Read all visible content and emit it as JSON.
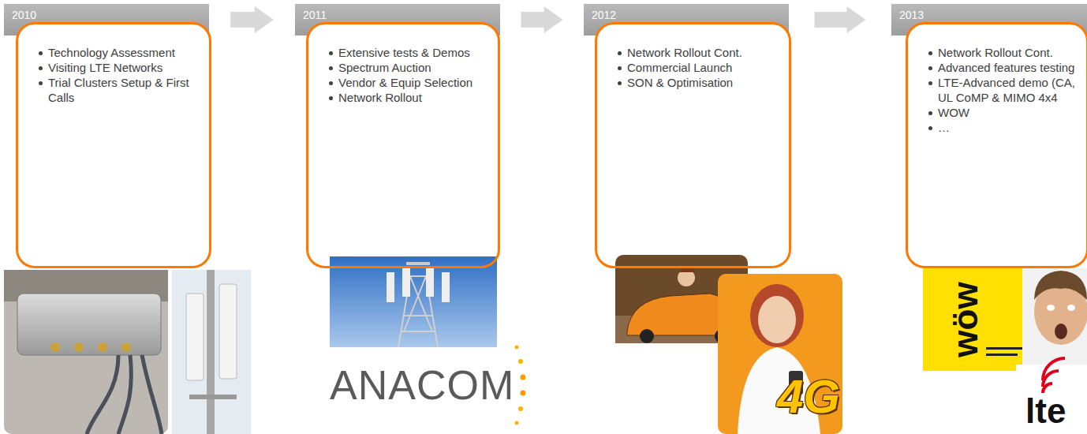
{
  "diagram": {
    "nodes": [
      {
        "text": [
          "2010"
        ]
      },
      {
        "text": [
          "Technology Assessment",
          "Visiting LTE Networks",
          "Trial Clusters Setup & First Calls"
        ]
      },
      {
        "text": [
          "2011"
        ]
      },
      {
        "text": [
          "Extensive tests & Demos",
          "Spectrum Auction",
          "Vendor & Equip Selection",
          "Network Rollout"
        ]
      },
      {
        "text": [
          "2012"
        ]
      },
      {
        "text": [
          "Network Rollout Cont.",
          "Commercial Launch",
          "SON & Optimisation"
        ]
      },
      {
        "text": [
          "2013"
        ]
      },
      {
        "text": [
          "Network Rollout Cont.",
          "Advanced features testing",
          "LTE-Advanced demo (CA, UL CoMP & MIMO 4x4",
          "WOW",
          "…"
        ]
      }
    ],
    "edges": [
      {
        "from": 0,
        "to": 2,
        "arrow": "to"
      },
      {
        "from": 2,
        "to": 4,
        "arrow": "to"
      },
      {
        "from": 4,
        "to": 6,
        "arrow": "to"
      }
    ],
    "labels": [
      "ANACOM",
      "4G",
      "wöw",
      "lte"
    ]
  }
}
